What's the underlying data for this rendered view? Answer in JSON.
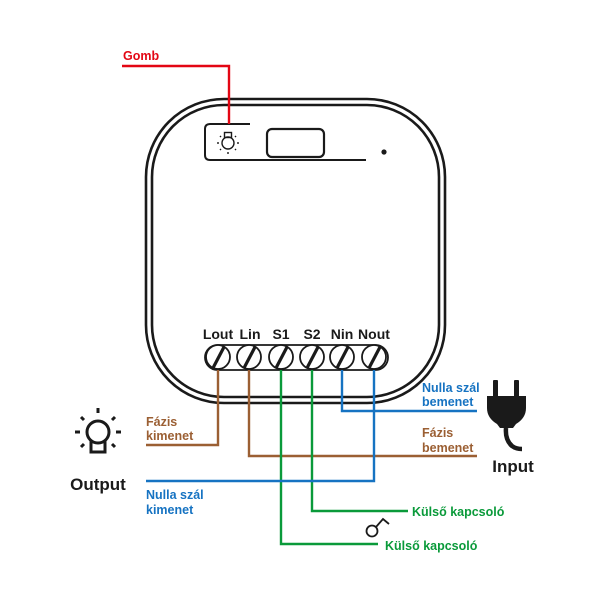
{
  "title": "Wiring diagram",
  "colors": {
    "button": "#e30613",
    "phase": "#9b5f33",
    "neutral": "#1673c2",
    "switch": "#0a9a3a",
    "outline": "#1a1a1a"
  },
  "button_label": "Gomb",
  "terminals": [
    {
      "id": "lout",
      "label": "Lout"
    },
    {
      "id": "lin",
      "label": "Lin"
    },
    {
      "id": "s1",
      "label": "S1"
    },
    {
      "id": "s2",
      "label": "S2"
    },
    {
      "id": "nin",
      "label": "Nin"
    },
    {
      "id": "nout",
      "label": "Nout"
    }
  ],
  "wires": {
    "phase_out": {
      "line1": "Fázis",
      "line2": "kimenet"
    },
    "neutral_out": {
      "line1": "Nulla szál",
      "line2": "kimenet"
    },
    "neutral_in": {
      "line1": "Nulla szál",
      "line2": "bemenet"
    },
    "phase_in": {
      "line1": "Fázis",
      "line2": "bemenet"
    },
    "switch_s2": "Külső kapcsoló",
    "switch_s1": "Külső kapcsoló"
  },
  "output_label": "Output",
  "input_label": "Input",
  "icons": {
    "button": "bulb-icon",
    "output": "bulb-icon",
    "input": "plug-icon",
    "switch": "switch-icon",
    "led": "led-dot-icon"
  }
}
